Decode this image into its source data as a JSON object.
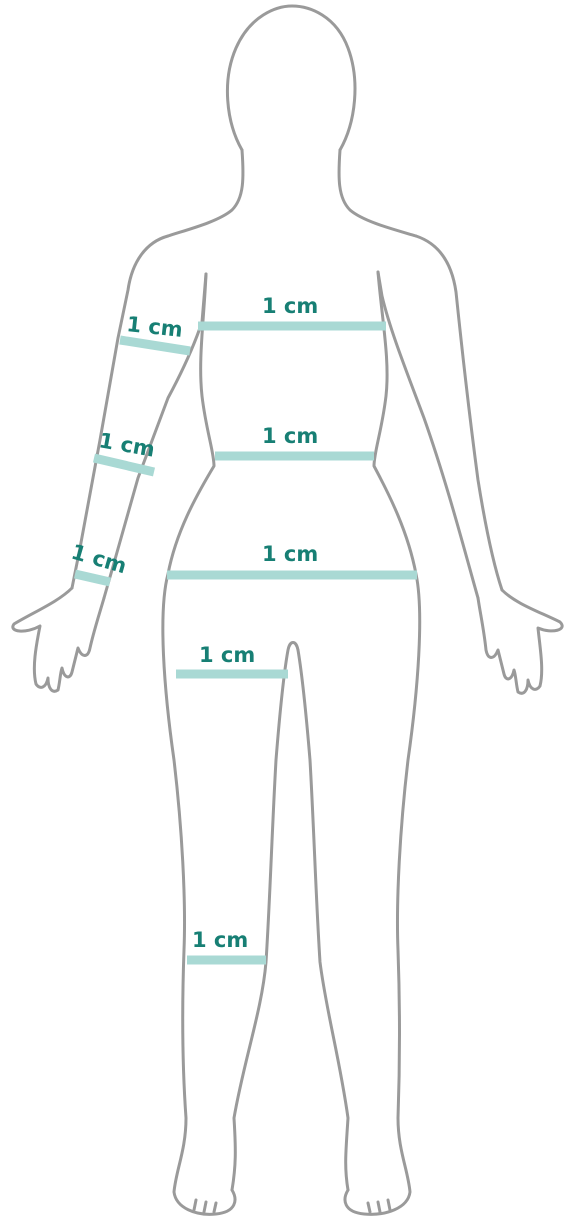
{
  "colors": {
    "outline": "#9a9a9a",
    "band": "#a9d9d4",
    "label": "#177f74",
    "background": "#ffffff"
  },
  "measurements": [
    {
      "id": "chest",
      "label": "1 cm"
    },
    {
      "id": "upper-arm",
      "label": "1 cm"
    },
    {
      "id": "waist",
      "label": "1 cm"
    },
    {
      "id": "forearm",
      "label": "1 cm"
    },
    {
      "id": "hips",
      "label": "1 cm"
    },
    {
      "id": "wrist",
      "label": "1 cm"
    },
    {
      "id": "thigh",
      "label": "1 cm"
    },
    {
      "id": "calf",
      "label": "1 cm"
    }
  ]
}
